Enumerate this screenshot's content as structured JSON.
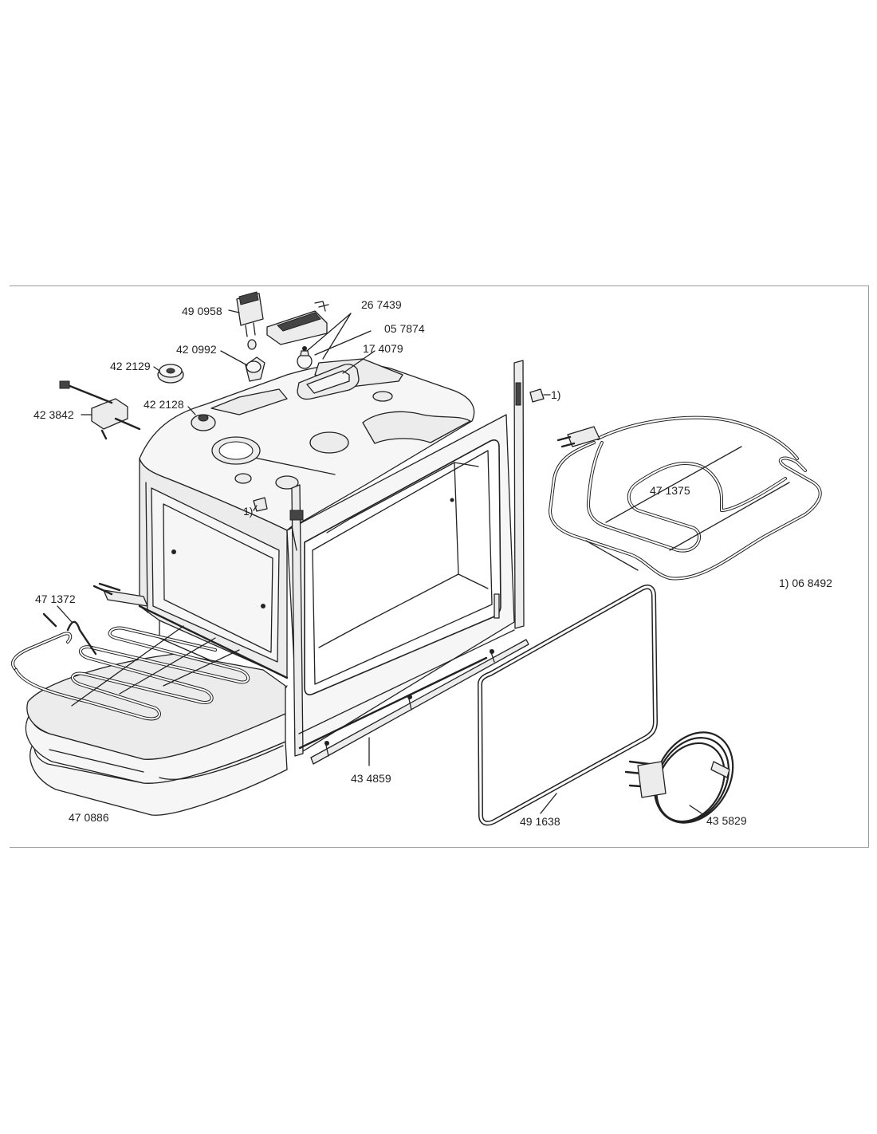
{
  "diagram": {
    "parts": [
      {
        "id": "p490958",
        "label": "49 0958"
      },
      {
        "id": "p267439",
        "label": "26 7439"
      },
      {
        "id": "p057874",
        "label": "05 7874"
      },
      {
        "id": "p174079",
        "label": "17 4079"
      },
      {
        "id": "p420992",
        "label": "42 0992"
      },
      {
        "id": "p422129",
        "label": "42 2129"
      },
      {
        "id": "p422128",
        "label": "42 2128"
      },
      {
        "id": "p423842",
        "label": "42 3842"
      },
      {
        "id": "p471375",
        "label": "47 1375"
      },
      {
        "id": "p471372",
        "label": "47 1372"
      },
      {
        "id": "p434859",
        "label": "43 4859"
      },
      {
        "id": "p491638",
        "label": "49 1638"
      },
      {
        "id": "p435829",
        "label": "43 5829"
      },
      {
        "id": "p470886",
        "label": "47 0886"
      }
    ],
    "footnote_marker": "1)",
    "footnote": "1) 06 8492"
  }
}
